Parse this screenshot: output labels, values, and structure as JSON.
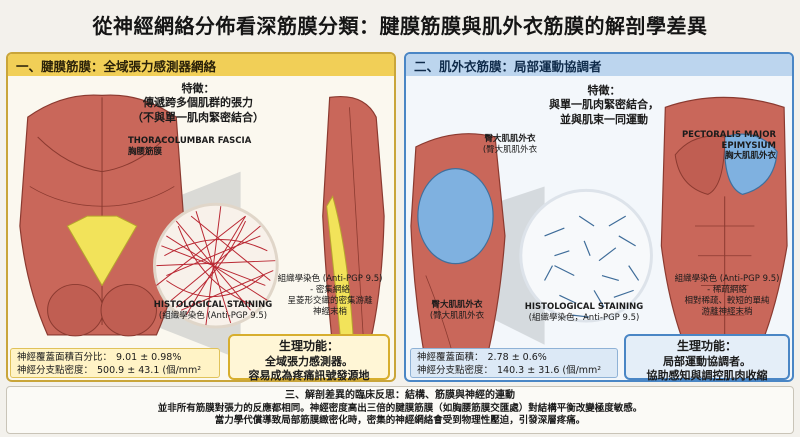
{
  "title": "從神經網絡分佈看深筋膜分類：腱膜筋膜與肌外衣筋膜的解剖學差異",
  "left": {
    "heading": "一、腱膜筋膜：全域張力感測器網絡",
    "feature_title": "特徵：",
    "feature_lines": [
      "傳遞跨多個肌群的張力",
      "（不與單一肌肉緊密結合）"
    ],
    "fascia_en": "THORACOLUMBAR FASCIA",
    "fascia_zh": "胸腰筋膜",
    "stain_label_lines": [
      "組織學染色 (Anti-PGP 9.5)",
      "- 密集網絡",
      "呈菱形交織的密集游離",
      "神經末梢"
    ],
    "hist_en": "HISTOLOGICAL STAINING",
    "hist_zh": "(組織學染色 (Anti-PGP 9.5)",
    "stat_area_label": "神經覆蓋面積百分比：",
    "stat_area_value": "9.01 ± 0.98%",
    "stat_density_label": "神經分支點密度：",
    "stat_density_value": "500.9 ± 43.1 (個/mm²",
    "func_title": "生理功能：",
    "func_lines": [
      "全域張力感測器。",
      "容易成為疼痛訊號發源地"
    ]
  },
  "right": {
    "heading": "二、肌外衣筋膜：局部運動協調者",
    "feature_title": "特徵：",
    "feature_lines": [
      "與單一肌肉緊密結合，",
      "並與肌束一同運動"
    ],
    "glute_label_lines": [
      "臀大肌肌外衣",
      "(臀大肌肌外衣"
    ],
    "pec_en_lines": [
      "PECTORALIS MAJOR",
      "EPIMYSIUM"
    ],
    "pec_zh": "胸大肌肌外衣",
    "glute_bottom_lines": [
      "臀大肌肌外衣",
      "(臀大肌肌外衣"
    ],
    "hist_en": "HISTOLOGICAL STAINING",
    "hist_zh": "(組織學染色，Anti-PGP 9.5)",
    "stain_label_lines": [
      "組織學染色 (Anti-PGP 9.5)",
      "- 稀疏網絡",
      "相對稀疏、較短的單純",
      "游離神經末梢"
    ],
    "stat_area_label": "神經覆蓋面積：",
    "stat_area_value": "2.78 ± 0.6%",
    "stat_density_label": "神經分支點密度：",
    "stat_density_value": "140.3 ± 31.6 (個/mm²",
    "func_title": "生理功能：",
    "func_lines": [
      "局部運動協調者。",
      "協助感知與調控肌肉收縮"
    ]
  },
  "summary": {
    "title": "三、解剖差異的臨床反思：結構、筋膜與神經的連動",
    "lines": [
      "並非所有筋膜對張力的反應都相同。神經密度高出三倍的腱膜筋膜（如胸腰筋膜交匯處）對結構平衡改變極度敏感。",
      "當力學代償導致局部筋膜緻密化時，密集的神經網絡會受到物理性壓迫，引發深層疼痛。"
    ]
  },
  "colors": {
    "left_accent": "#f1cf57",
    "right_accent": "#bcd5ee",
    "muscle": "#c9675a",
    "fascia_yellow": "#f2e35a",
    "epimysium_blue": "#7fb1e0",
    "nerve_red": "#b3121f",
    "nerve_blue": "#2a5d8f"
  }
}
